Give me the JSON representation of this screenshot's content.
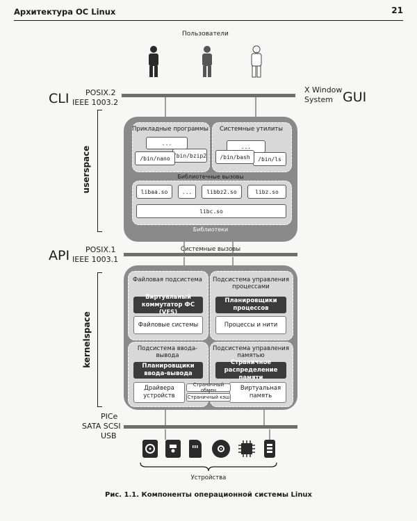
{
  "header": {
    "title": "Архитектура ОС Linux",
    "page": "21"
  },
  "users_label": "Пользователи",
  "cli": {
    "label": "CLI",
    "std1": "POSIX.2",
    "std2": "IEEE 1003.2"
  },
  "gui": {
    "label": "GUI",
    "sys1": "X Window",
    "sys2": "System"
  },
  "userspace": {
    "label": "userspace",
    "apps_title": "Прикладные программы",
    "utils_title": "Системные утилиты",
    "apps": [
      "...",
      "/bin/bzip2",
      "/bin/nano"
    ],
    "utils": [
      "...",
      "/bin/bash",
      "/bin/ls"
    ],
    "lib_calls": "Библиотечные вызовы",
    "libs": [
      "libaa.so",
      "...",
      "libbz2.so",
      "libz.so"
    ],
    "libc": "libc.so",
    "libs_title": "Библиотеки"
  },
  "api": {
    "label": "API",
    "std1": "POSIX.1",
    "std2": "IEEE 1003.1"
  },
  "syscalls": "Системные вызовы",
  "kernelspace": {
    "label": "kernelspace",
    "fs_title": "Файловая подсистема",
    "vfs": "Виртуальный коммутатор ФС (VFS)",
    "filesystems": "Файловые системы",
    "proc_title": "Подсистема управления процессами",
    "proc_sched": "Планировщики процессов",
    "proc_threads": "Процессы и нити",
    "io_title": "Подсистема ввода-вывода",
    "io_sched": "Планировщики ввода-вывода",
    "drivers": "Драйвера устройств",
    "mem_title": "Подсистема управления памятью",
    "paging": "Страничное распределение памяти",
    "swap": "Страничный обмен",
    "page_cache": "Страничный кэш",
    "virtual_mem": "Виртуальная память"
  },
  "buses": {
    "line1": "PICe",
    "line2": "SATA SCSI",
    "line3": "USB"
  },
  "devices_label": "Устройства",
  "device_icons": [
    "hdd-icon",
    "floppy-icon",
    "sdcard-icon",
    "disc-icon",
    "cpu-icon",
    "battery-icon"
  ],
  "caption": "Рис. 1.1. Компоненты операционной системы Linux"
}
